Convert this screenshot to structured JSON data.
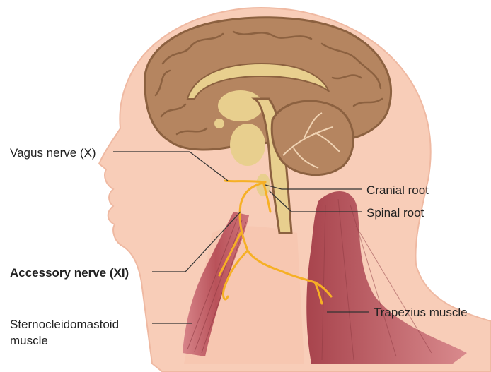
{
  "labels": {
    "vagus": "Vagus nerve (X)",
    "cranial_root": "Cranial root",
    "spinal_root": "Spinal root",
    "accessory": "Accessory nerve (XI)",
    "scm_line1": "Sternocleidomastoid",
    "scm_line2": "muscle",
    "trapezius": "Trapezius muscle"
  },
  "colors": {
    "skin": "#f8cdb8",
    "skin_outline": "#efb9a2",
    "brain": "#b58560",
    "brain_dark": "#8c6140",
    "brainstem": "#e8cf8e",
    "nerve": "#f6b025",
    "muscle": "#b9525a",
    "leader_line": "#333333"
  }
}
